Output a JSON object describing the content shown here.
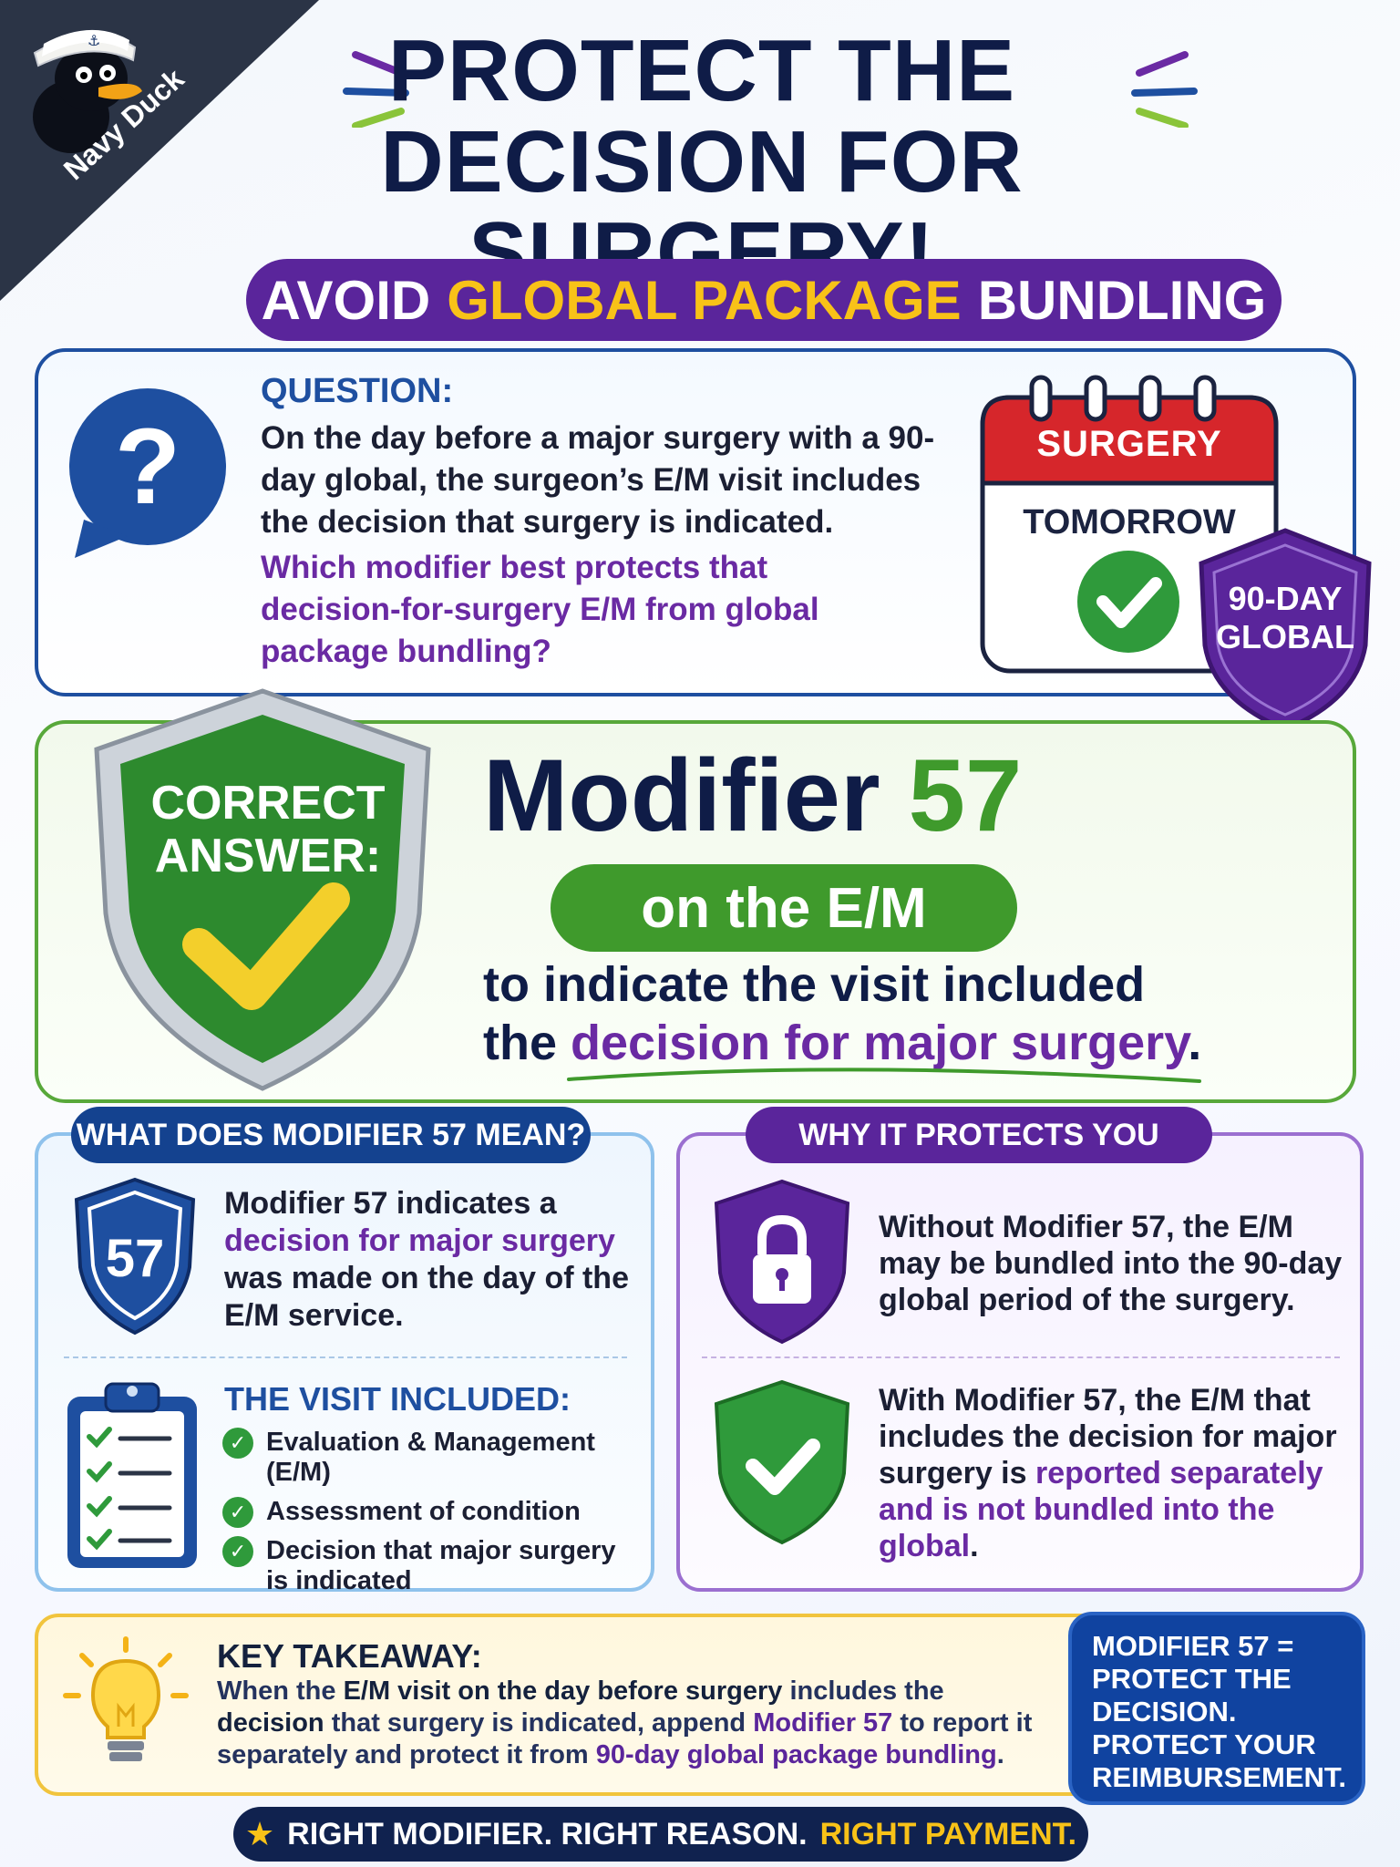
{
  "brand": {
    "name": "Navy Duck"
  },
  "header": {
    "title": "PROTECT THE\nDECISION FOR SURGERY!",
    "subtitle_pre": "AVOID",
    "subtitle_highlight": "GLOBAL PACKAGE",
    "subtitle_post": "BUNDLING"
  },
  "question": {
    "label": "QUESTION:",
    "text": "On the day before a major surgery with a 90-day global, the surgeon’s E/M visit includes the decision that surgery is indicated.",
    "ask": "Which modifier best protects that decision-for-surgery E/M from global package bundling?",
    "calendar_header": "SURGERY",
    "calendar_sub": "TOMORROW",
    "global_badge": "90-DAY\nGLOBAL"
  },
  "answer": {
    "badge": "CORRECT\nANSWER:",
    "modifier_word": "Modifier",
    "modifier_num": "57",
    "pill": "on the E/M",
    "line_pre": "to indicate the visit included",
    "line_the": "the",
    "line_highlight": "decision for major surgery",
    "line_end": "."
  },
  "meaning": {
    "tab": "WHAT DOES MODIFIER 57 MEAN?",
    "badge_num": "57",
    "text_pre": "Modifier 57 indicates a",
    "text_highlight": "decision for major surgery",
    "text_post": "was made on the day of the E/M service.",
    "visit_heading": "THE VISIT INCLUDED:",
    "visit_items": [
      "Evaluation & Management (E/M)",
      "Assessment of condition",
      "Decision that major surgery is indicated"
    ]
  },
  "why": {
    "tab": "WHY IT PROTECTS YOU",
    "point1": "Without Modifier 57, the E/M may be bundled into the 90-day global period of the surgery.",
    "point2_pre": "With Modifier 57, the E/M that includes the decision for major surgery is",
    "point2_highlight": "reported separately and is not bundled into the global",
    "point2_end": "."
  },
  "takeaway": {
    "heading": "KEY TAKEAWAY:",
    "t1": "When the",
    "t2": "E/M visit on the day before surgery",
    "t3": "includes the",
    "t4": "decision",
    "t5": "that surgery is indicated, append",
    "t6": "Modifier 57",
    "t7": "to report it separately and protect it from",
    "t8": "90-day global package bundling",
    "t9": ".",
    "slogan": "MODIFIER 57 =\nPROTECT THE\nDECISION.\nPROTECT YOUR\nREIMBURSEMENT."
  },
  "footer": {
    "part1": "RIGHT MODIFIER. RIGHT REASON.",
    "part2": "RIGHT PAYMENT."
  },
  "colors": {
    "navy": "#0f1c47",
    "purple": "#5a259b",
    "green": "#3f9a2c",
    "blue": "#1e4fa0",
    "gold": "#f8c218",
    "red": "#d6262b"
  }
}
